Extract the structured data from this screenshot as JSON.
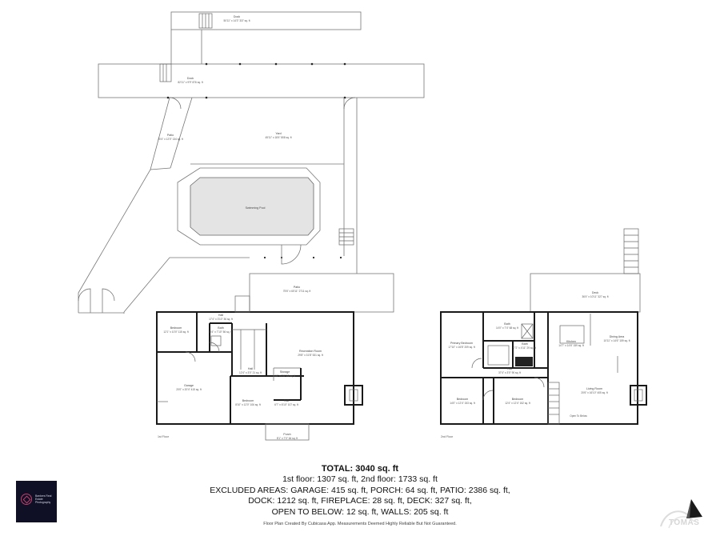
{
  "rooms": {
    "dock_top": {
      "name": "Dock",
      "dims": "50'11\" x 14'3\" 337 sq. ft"
    },
    "dock_main": {
      "name": "Dock",
      "dims": "82'11\" x 9'9\" 876 sq. ft"
    },
    "patio_left": {
      "name": "Patio",
      "dims": "20'4\" x 12'0\" 134 sq. ft"
    },
    "yard": {
      "name": "Yard",
      "dims": "45'11\" x 18'4\" 808 sq. ft"
    },
    "pool": {
      "name": "Swimming Pool",
      "dims": ""
    },
    "patio_main": {
      "name": "Patio",
      "dims": "75'6\" x 60'11\" 2711 sq. ft"
    },
    "bedroom1": {
      "name": "Bedroom",
      "dims": "12'1\" x 10'0\" 115 sq. ft"
    },
    "hall1": {
      "name": "Hall",
      "dims": "17'4\" x 3'10\" 36 sq. ft"
    },
    "bath1": {
      "name": "Bath",
      "dims": "8'4\" x 7'10\" 56 sq. ft"
    },
    "rec_room": {
      "name": "Recreation Room",
      "dims": "29'8\" x 31'8\" 531 sq. ft"
    },
    "garage": {
      "name": "Garage",
      "dims": "20'0\" x 20'4\" 415 sq. ft"
    },
    "hall2": {
      "name": "Hall",
      "dims": "12'4\" x 3'0\" 21 sq. ft"
    },
    "storage": {
      "name": "Storage",
      "dims": "4'6\" x 3'6\" 16 sq. ft"
    },
    "bedroom2": {
      "name": "Bedroom",
      "dims": "8'10\" x 12'0\" 106 sq. ft"
    },
    "hall3": {
      "name": "Hall",
      "dims": "6'7\" x 6'10\" 107 sq. ft"
    },
    "porch": {
      "name": "Porch",
      "dims": "8'1\" x 7'0\" 64 sq. ft"
    },
    "deck": {
      "name": "Deck",
      "dims": "36'4\" x 10'11\" 327 sq. ft"
    },
    "bath2": {
      "name": "Bath",
      "dims": "14'0\" x 7'4\" 68 sq. ft"
    },
    "primary_bedroom": {
      "name": "Primary Bedroom",
      "dims": "17'10\" x 16'8\" 209 sq. ft"
    },
    "bath3": {
      "name": "Bath",
      "dims": "7'2\" x 4'11\" 29 sq. ft"
    },
    "kitchen": {
      "name": "Kitchen",
      "dims": "14'7\" x 14'6\" 159 sq. ft"
    },
    "dining": {
      "name": "Dining Area",
      "dims": "10'11\" x 14'6\" 159 sq. ft"
    },
    "hall4": {
      "name": "Hall",
      "dims": "37'4\" x 3'0\" 90 sq. ft"
    },
    "bedroom3": {
      "name": "Bedroom",
      "dims": "14'0\" x 12'4\" 153 sq. ft"
    },
    "bedroom4": {
      "name": "Bedroom",
      "dims": "12'4\" x 12'4\" 152 sq. ft"
    },
    "living": {
      "name": "Living Room",
      "dims": "20'6\" x 16'10\" 405 sq. ft"
    },
    "open_below": {
      "name": "Open To Below",
      "dims": ""
    }
  },
  "floors": {
    "first": "1st Floor",
    "second": "2nd Floor"
  },
  "summary": {
    "total": "TOTAL: 3040 sq. ft",
    "line1": "1st floor: 1307 sq. ft, 2nd floor: 1733 sq. ft",
    "line2": "EXCLUDED AREAS: GARAGE: 415 sq. ft, PORCH: 64 sq. ft, PATIO: 2386 sq. ft,",
    "line3": "DOCK: 1212 sq. ft, FIREPLACE: 28 sq. ft, DECK: 327 sq. ft,",
    "line4": "OPEN TO BELOW: 12 sq. ft, WALLS: 205 sq. ft"
  },
  "credit": "Floor Plan Created By Cubicasa App. Measurements Deemed Highly Reliable But Not Guaranteed.",
  "logo": {
    "text": "Bankers Real Estate Photography"
  },
  "watermark": {
    "text": "TOMAS"
  },
  "colors": {
    "wall": "#1a1a1a",
    "logo_bg": "#0f1026",
    "logo_accent": "#c0406a"
  }
}
